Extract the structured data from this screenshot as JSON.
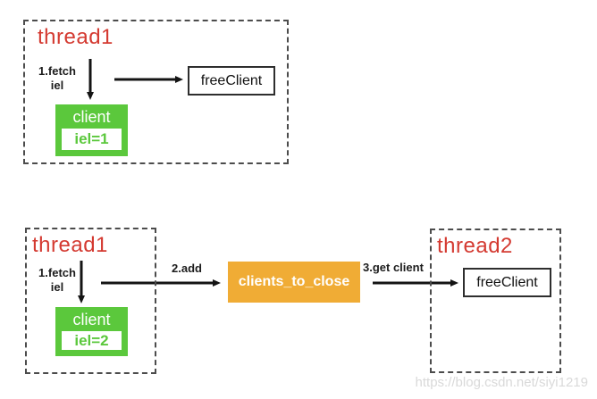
{
  "colors": {
    "red": "#d43a31",
    "green": "#5bc83c",
    "orange": "#f0ac35",
    "arrow": "#141414",
    "watermark": "#d9d9d9"
  },
  "sections": {
    "top": {
      "thread_label": "thread1",
      "fetch_label_line1": "1.fetch",
      "fetch_label_line2": "iel",
      "free_client_label": "freeClient",
      "client_label": "client",
      "client_value": "iel=1"
    },
    "bottom": {
      "thread1_label": "thread1",
      "fetch_label_line1": "1.fetch",
      "fetch_label_line2": "iel",
      "client_label": "client",
      "client_value": "iel=2",
      "add_label": "2.add",
      "queue_label": "clients_to_close",
      "get_label": "3.get client",
      "thread2_label": "thread2",
      "free_client_label": "freeClient"
    }
  },
  "watermark": "https://blog.csdn.net/siyi1219"
}
